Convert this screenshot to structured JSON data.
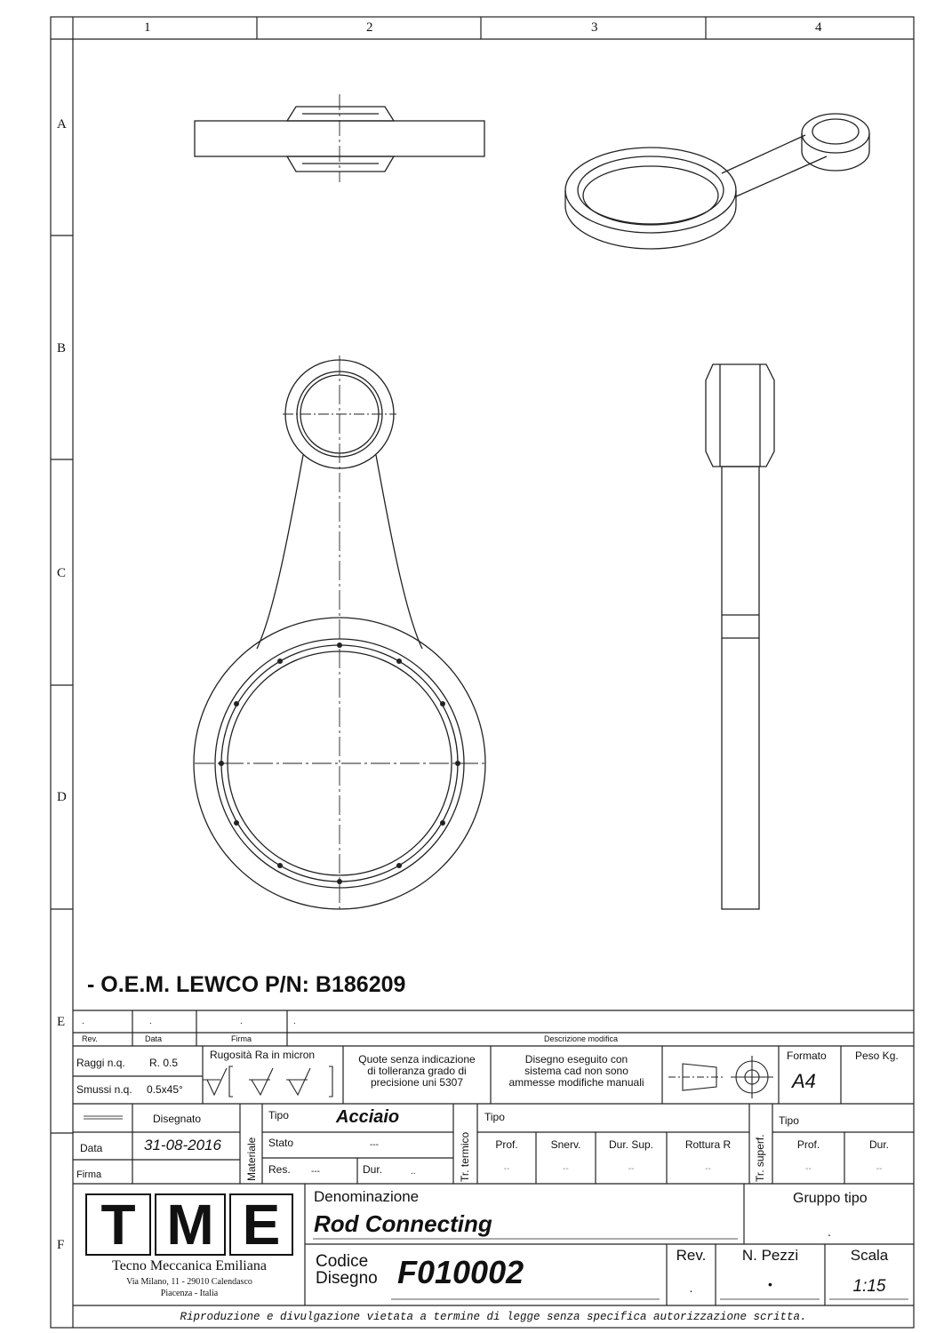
{
  "frame": {
    "columns": [
      "1",
      "2",
      "3",
      "4"
    ],
    "rows": [
      "A",
      "B",
      "C",
      "D",
      "E",
      "F"
    ]
  },
  "oem_note": "- O.E.M. LEWCO P/N: B186209",
  "revision_block": {
    "cells": [
      ".",
      ".",
      ".",
      "."
    ],
    "headers": {
      "rev": "Rev.",
      "data": "Data",
      "firma": "Firma",
      "descrizione": "Descrizione modifica"
    }
  },
  "specs": {
    "raggi_label": "Raggi n.q.",
    "raggi_value": "R. 0.5",
    "smussi_label": "Smussi n.q.",
    "smussi_value": "0.5x45°",
    "rugosita_label": "Rugosità Ra in micron",
    "quote_line1": "Quote senza indicazione",
    "quote_line2": "di tolleranza grado di",
    "quote_line3": "precisione uni 5307",
    "cad_line1": "Disegno eseguito con",
    "cad_line2": "sistema cad non sono",
    "cad_line3": "ammesse modifiche manuali",
    "formato_label": "Formato",
    "formato_value": "A4",
    "peso_label": "Peso Kg."
  },
  "drawn": {
    "disegnato_label": "Disegnato",
    "data_label": "Data",
    "data_value": "31-08-2016",
    "firma_label": "Firma"
  },
  "materiale": {
    "side_label": "Materiale",
    "tipo_label": "Tipo",
    "tipo_value": "Acciaio",
    "stato_label": "Stato",
    "stato_value": "---",
    "res_label": "Res.",
    "res_value": "---",
    "dur_label": "Dur.",
    "dur_value": ".."
  },
  "trattamento_termico": {
    "side_label": "Tr. termico",
    "tipo_label": "Tipo",
    "prof_label": "Prof.",
    "snerv_label": "Snerv.",
    "dursup_label": "Dur. Sup.",
    "rottura_label": "Rottura R",
    "prof_value": "--",
    "snerv_value": "--",
    "dursup_value": "--",
    "rottura_value": "--"
  },
  "trattamento_superficiale": {
    "side_label": "Tr. superf.",
    "tipo_label": "Tipo",
    "prof_label": "Prof.",
    "dur_label": "Dur.",
    "prof_value": "--",
    "dur_value": "--"
  },
  "company": {
    "logo_letters": [
      "T",
      "M",
      "E"
    ],
    "name": "Tecno Meccanica Emiliana",
    "address": "Via Milano, 11 - 29010 Calendasco",
    "city": "Piacenza - Italia"
  },
  "title_block": {
    "denominazione_label": "Denominazione",
    "denominazione_value": "Rod Connecting",
    "gruppo_label": "Gruppo tipo",
    "gruppo_value": ".",
    "codice_label_1": "Codice",
    "codice_label_2": "Disegno",
    "codice_value": "F010002",
    "rev_label": "Rev.",
    "rev_value": ".",
    "npezzi_label": "N. Pezzi",
    "npezzi_value": "•",
    "scala_label": "Scala",
    "scala_value": "1:15"
  },
  "footer_notice": "Riproduzione e divulgazione vietata a termine di legge senza specifica autorizzazione scritta."
}
